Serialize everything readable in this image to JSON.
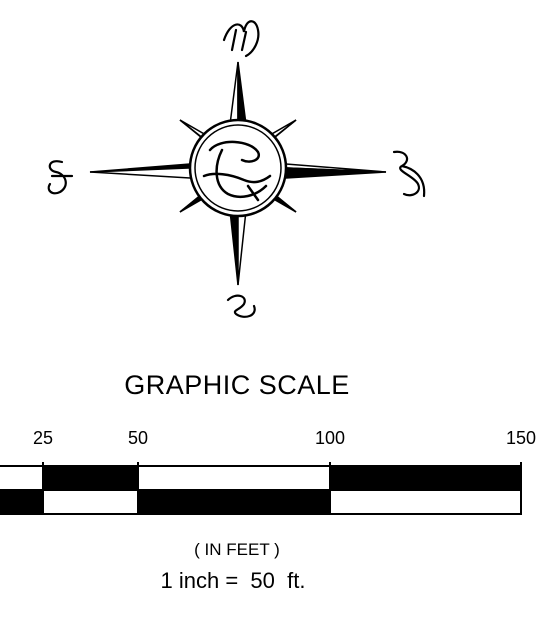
{
  "compass": {
    "north_letter": "N",
    "south_letter": "S",
    "east_letter": "E",
    "west_letter": "W",
    "center_monogram": "LS"
  },
  "scale": {
    "title": "GRAPHIC SCALE",
    "ticks": [
      "25",
      "50",
      "100",
      "150"
    ],
    "unit_note": "( IN FEET )",
    "ratio": "1 inch =  50  ft."
  }
}
